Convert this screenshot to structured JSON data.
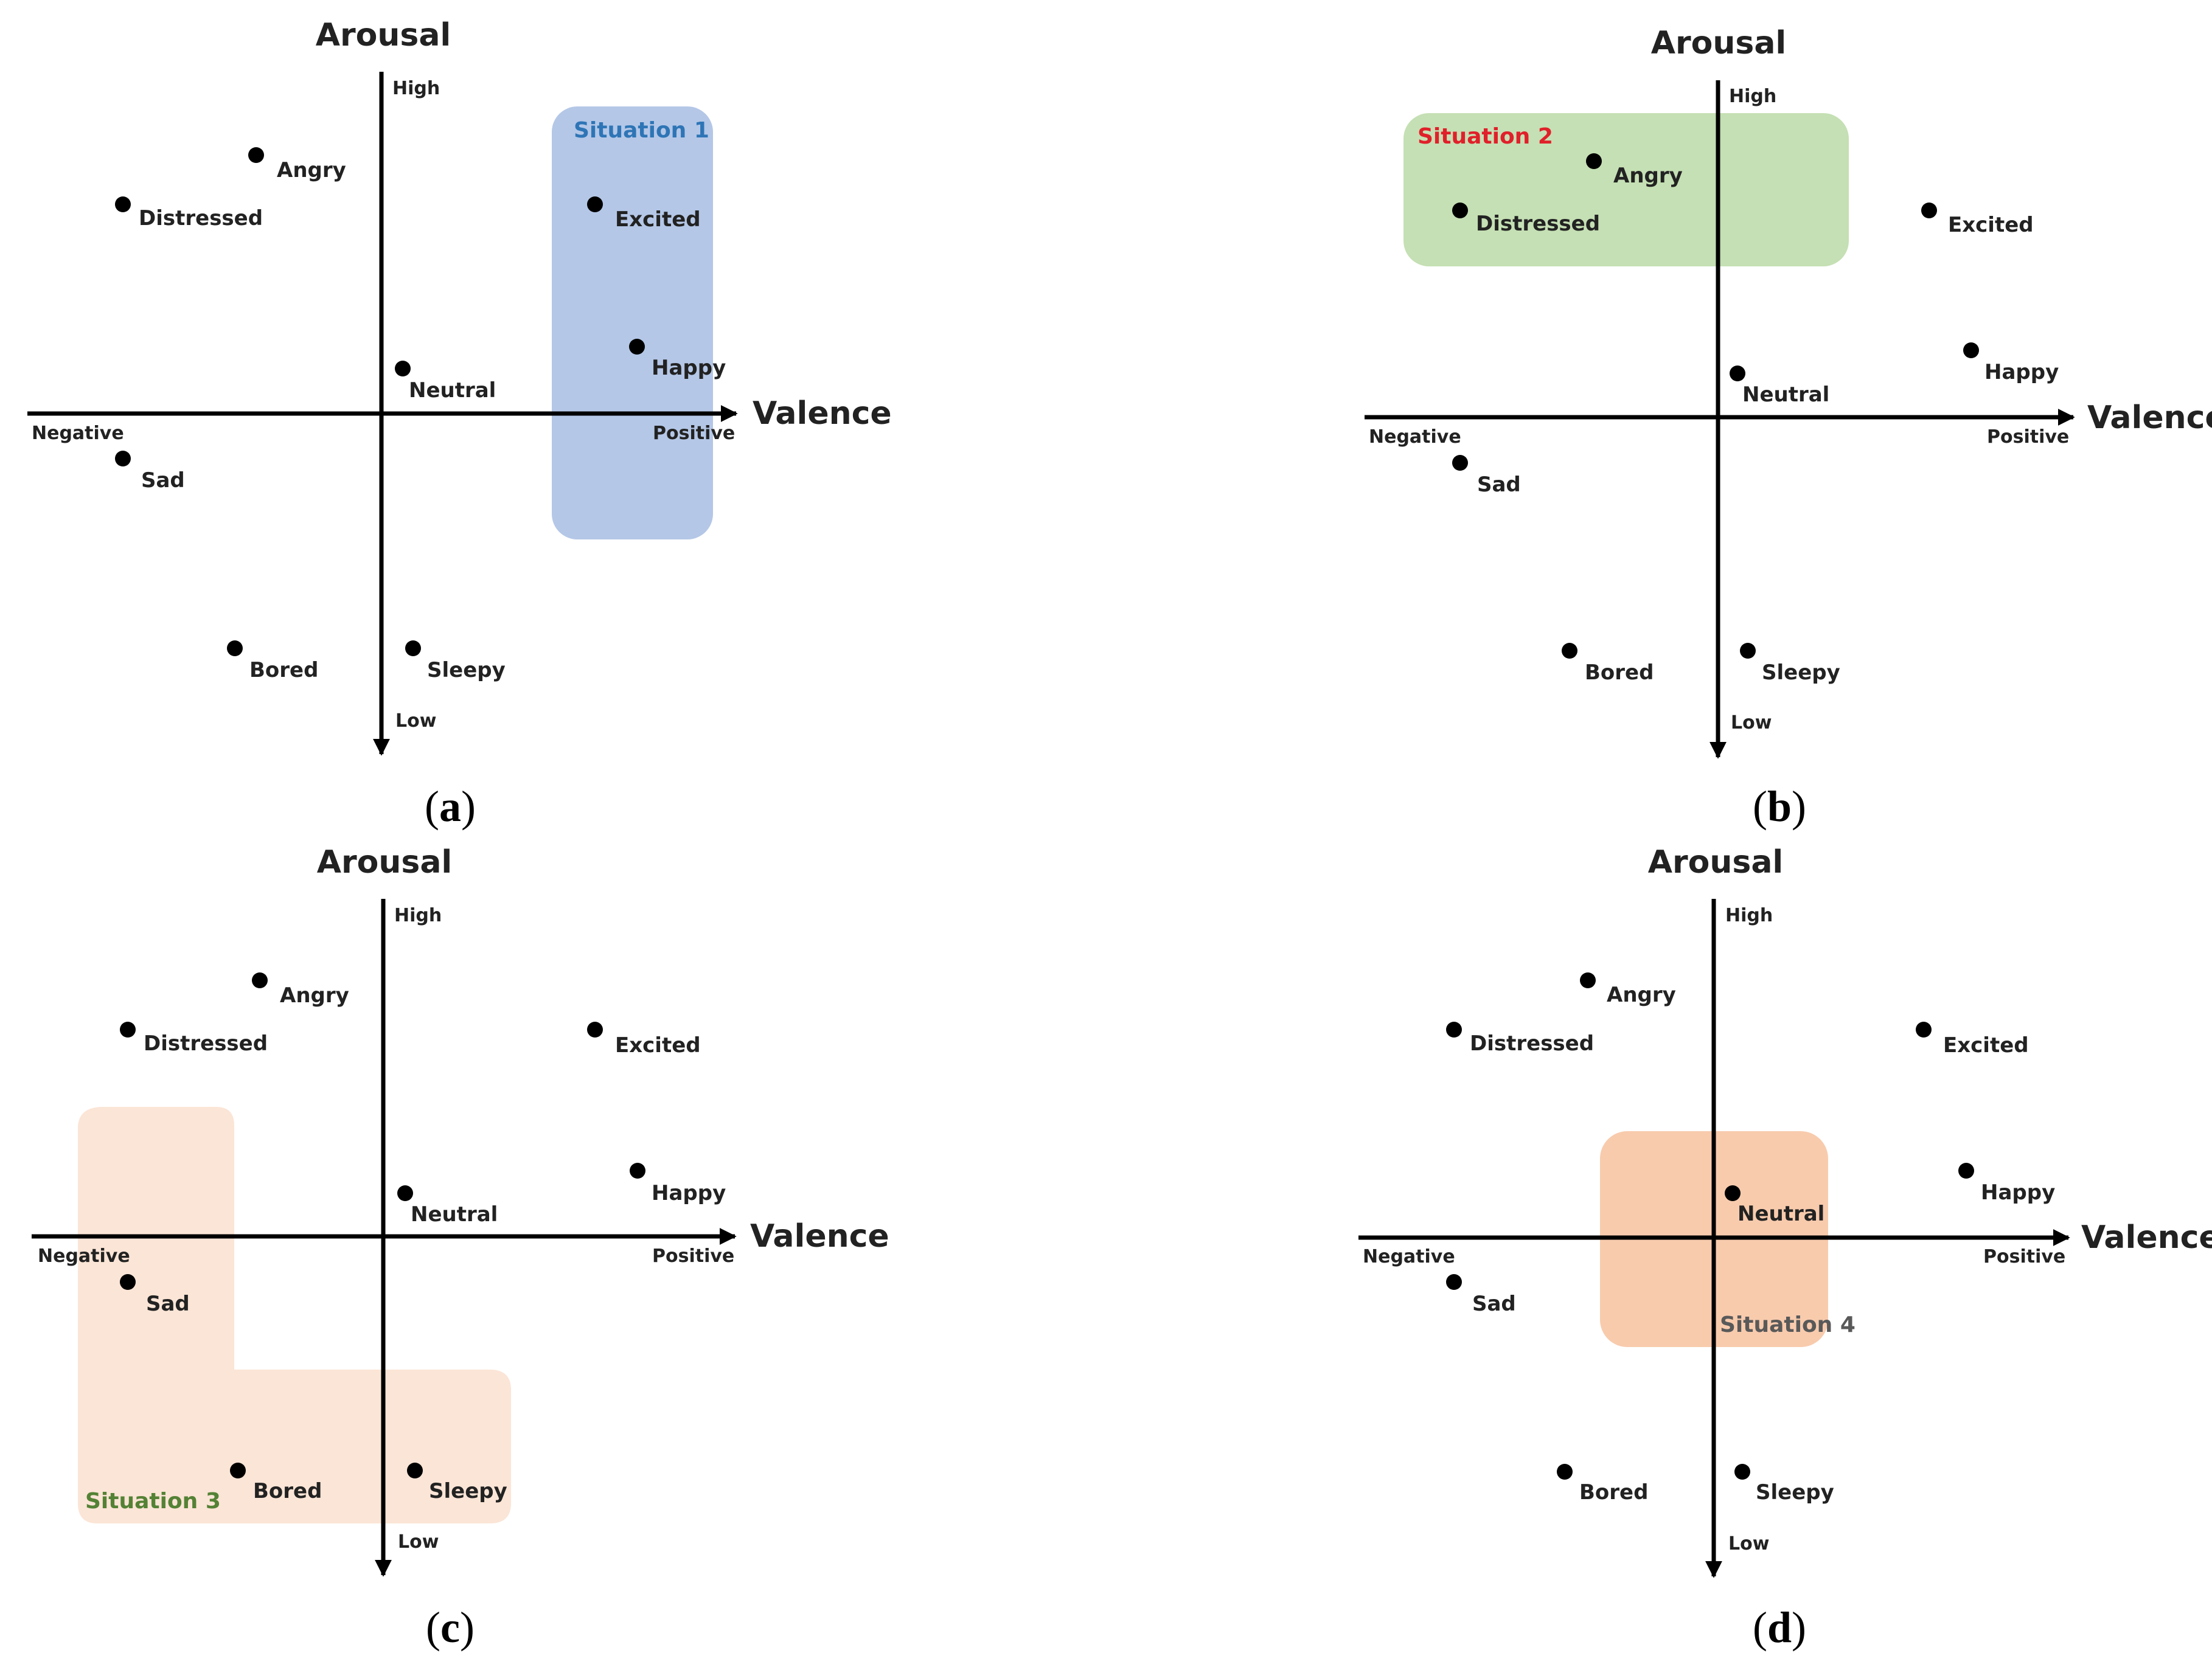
{
  "axes": {
    "y_title": "Arousal",
    "x_title": "Valence",
    "y_high": "High",
    "y_low": "Low",
    "x_negative": "Negative",
    "x_positive": "Positive"
  },
  "colors": {
    "situation_1_fill": "#b4c7e7",
    "situation_1_text": "#2e75b6",
    "situation_2_fill": "#c5e0b4",
    "situation_2_text": "#e0202a",
    "situation_3_fill": "#fbe5d6",
    "situation_3_text": "#548235",
    "situation_4_fill": "#f8cbad",
    "situation_4_text": "#595959"
  },
  "emotions": [
    "Angry",
    "Distressed",
    "Excited",
    "Happy",
    "Neutral",
    "Sad",
    "Bored",
    "Sleepy"
  ],
  "panels": [
    {
      "caption_open": "(",
      "caption_letter": "a",
      "caption_close": ")",
      "situation_label": "Situation 1"
    },
    {
      "caption_open": "(",
      "caption_letter": "b",
      "caption_close": ")",
      "situation_label": "Situation 2"
    },
    {
      "caption_open": "(",
      "caption_letter": "c",
      "caption_close": ")",
      "situation_label": "Situation 3"
    },
    {
      "caption_open": "(",
      "caption_letter": "d",
      "caption_close": ")",
      "situation_label": "Situation 4"
    }
  ]
}
